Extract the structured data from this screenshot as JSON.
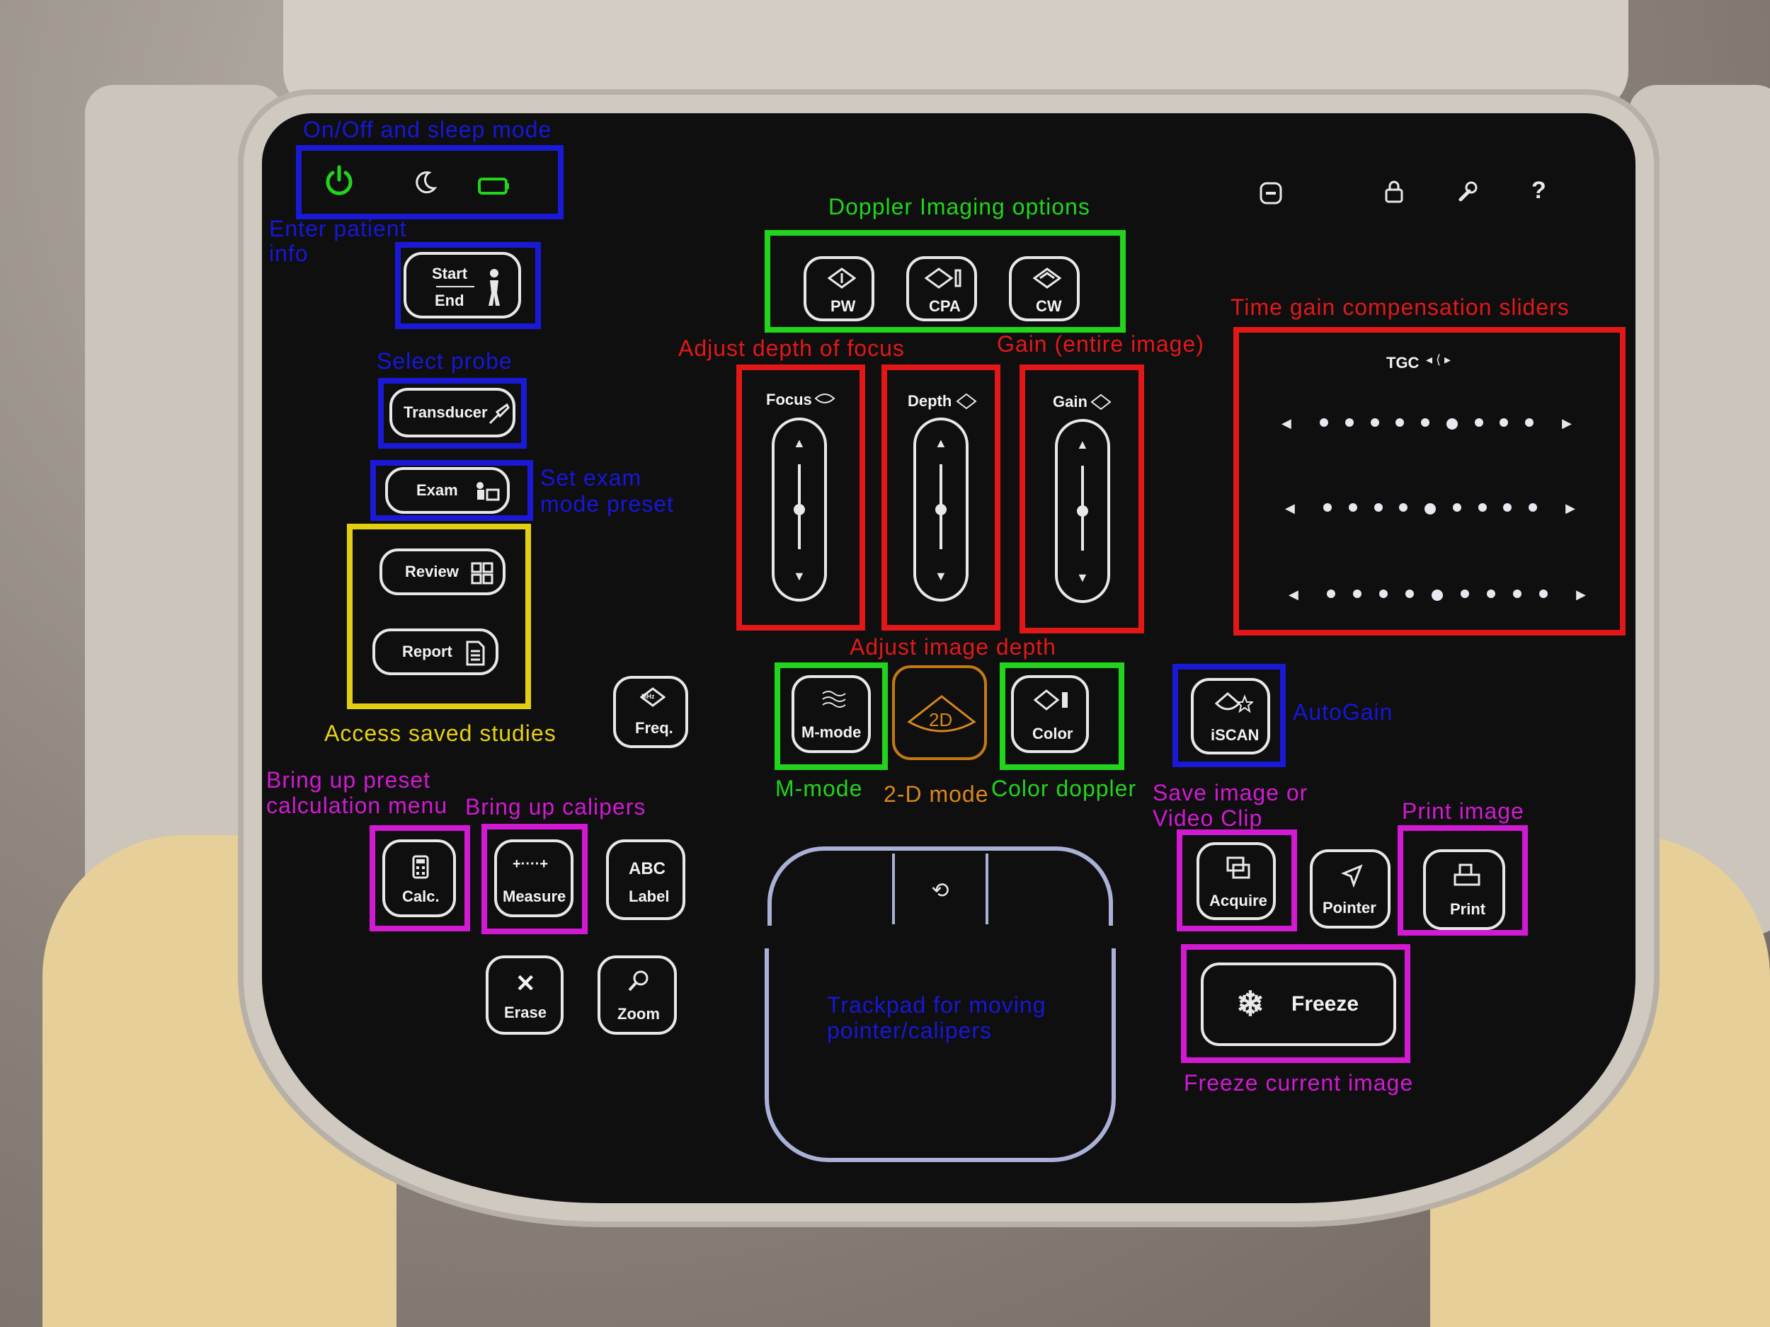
{
  "top_indicators": {
    "power_icon": "power-icon",
    "sleep_icon": "moon-icon",
    "battery_icon": "battery-icon"
  },
  "top_right_icons": [
    "minus-box-icon",
    "lock-icon",
    "wrench-icon",
    "question-icon"
  ],
  "annotations": {
    "onoff": "On/Off and sleep mode",
    "enter_patient": [
      "Enter patient",
      "info"
    ],
    "select_probe": "Select probe",
    "set_exam": [
      "Set exam",
      "mode preset"
    ],
    "access_saved": "Access saved studies",
    "doppler": "Doppler Imaging options",
    "adjust_focus": "Adjust depth of focus",
    "gain_entire": "Gain (entire image)",
    "adjust_depth": "Adjust image depth",
    "tgc": "Time gain compensation sliders",
    "m_mode": "M-mode",
    "mode_2d": "2-D mode",
    "color_doppler": "Color doppler",
    "autogain": "AutoGain",
    "preset_calc": [
      "Bring up preset",
      "calculation menu"
    ],
    "calipers": "Bring up calipers",
    "save_image": [
      "Save image or",
      "Video Clip"
    ],
    "print_image": "Print image",
    "trackpad": [
      "Trackpad for moving",
      "pointer/calipers"
    ],
    "freeze_current": "Freeze current image"
  },
  "buttons": {
    "start": "Start",
    "end": "End",
    "transducer": "Transducer",
    "exam": "Exam",
    "review": "Review",
    "report": "Report",
    "freq": "Freq.",
    "freq_small": "MHz",
    "pw": "PW",
    "cpa": "CPA",
    "cw": "CW",
    "focus": "Focus",
    "depth": "Depth",
    "gain": "Gain",
    "tgc": "TGC",
    "m_mode": "M-mode",
    "mode_2d": "2D",
    "color": "Color",
    "iscan": "iSCAN",
    "calc": "Calc.",
    "measure": "Measure",
    "measure_icon": "+····+",
    "abc": "ABC",
    "label": "Label",
    "erase": "Erase",
    "zoom": "Zoom",
    "acquire": "Acquire",
    "pointer": "Pointer",
    "print": "Print",
    "freeze": "Freeze"
  },
  "colors": {
    "blue": "#1a1ad6",
    "green": "#22d41c",
    "red": "#e21818",
    "yellow": "#e3cf11",
    "magenta": "#d11ad1",
    "orange": "#c47a10"
  }
}
